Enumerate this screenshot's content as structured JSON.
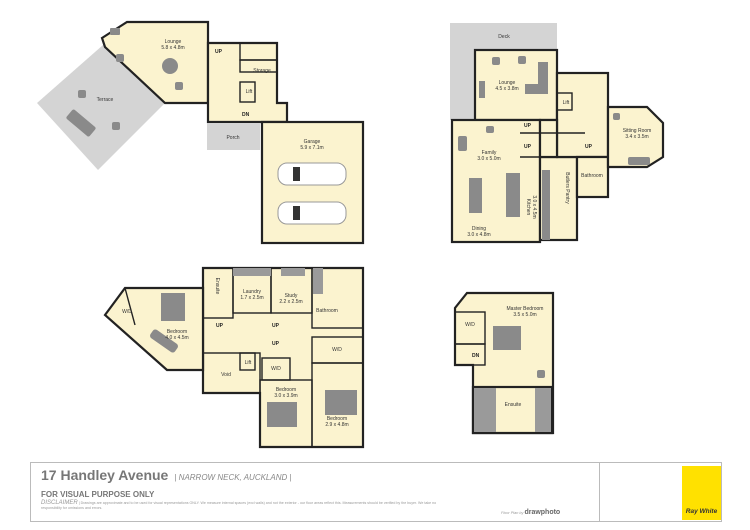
{
  "plans": {
    "ground": {
      "rooms": [
        {
          "name": "Lounge",
          "size": "5.8 x 4.8m"
        },
        {
          "name": "Terrace"
        },
        {
          "name": "Storage"
        },
        {
          "name": "Lift"
        },
        {
          "name": "Porch"
        },
        {
          "name": "Garage",
          "size": "5.9 x 7.1m"
        }
      ],
      "stairs": [
        "UP",
        "DN"
      ]
    },
    "first": {
      "rooms": [
        {
          "name": "Deck"
        },
        {
          "name": "Lounge",
          "size": "4.5 x 3.8m"
        },
        {
          "name": "Lift"
        },
        {
          "name": "Family",
          "size": "3.0 x 5.0m"
        },
        {
          "name": "Sitting Room",
          "size": "3.4 x 3.5m"
        },
        {
          "name": "Bathroom"
        },
        {
          "name": "Butlers Pantry"
        },
        {
          "name": "Kitchen",
          "size": "3.0 x 4.5m"
        },
        {
          "name": "Dining",
          "size": "3.0 x 4.8m"
        }
      ],
      "stairs": [
        "UP",
        "UP",
        "UP"
      ]
    },
    "second": {
      "rooms": [
        {
          "name": "W/D"
        },
        {
          "name": "Bedroom",
          "size": "4.0 x 4.5m"
        },
        {
          "name": "Ensuite"
        },
        {
          "name": "Laundry",
          "size": "1.7 x 2.5m"
        },
        {
          "name": "Study",
          "size": "2.2 x 2.5m"
        },
        {
          "name": "Bathroom"
        },
        {
          "name": "W/D"
        },
        {
          "name": "Lift"
        },
        {
          "name": "W/D"
        },
        {
          "name": "Void"
        },
        {
          "name": "Bedroom",
          "size": "3.0 x 3.9m"
        },
        {
          "name": "Bedroom",
          "size": "2.9 x 4.8m"
        }
      ],
      "stairs": [
        "UP",
        "UP",
        "UP"
      ]
    },
    "top": {
      "rooms": [
        {
          "name": "Master Bedroom",
          "size": "3.5 x 5.0m"
        },
        {
          "name": "W/D"
        },
        {
          "name": "Ensuite"
        }
      ],
      "stairs": [
        "DN"
      ]
    }
  },
  "footer": {
    "address": "17 Handley Avenue",
    "suburb": "| NARROW NECK, AUCKLAND |",
    "visual_note": "FOR VISUAL PURPOSE ONLY",
    "disclaimer_label": "DISCLAIMER",
    "disclaimer_text": "| Drawings are approximate and to be used for visual representations ONLY. We measure internal spaces (excl walls) and not the exterior - our floor areas reflect this. Measurements should be verified by the buyer. We take no responsibility for omissions and errors.",
    "credit_prefix": "Floor Plan by",
    "credit_brand": "drawphoto",
    "agency_logo": "Ray White",
    "agency_color": "#ffe100"
  },
  "colors": {
    "room_fill": "#fbf3cf",
    "exterior_fill": "#d4d4d4",
    "wall": "#222222"
  }
}
